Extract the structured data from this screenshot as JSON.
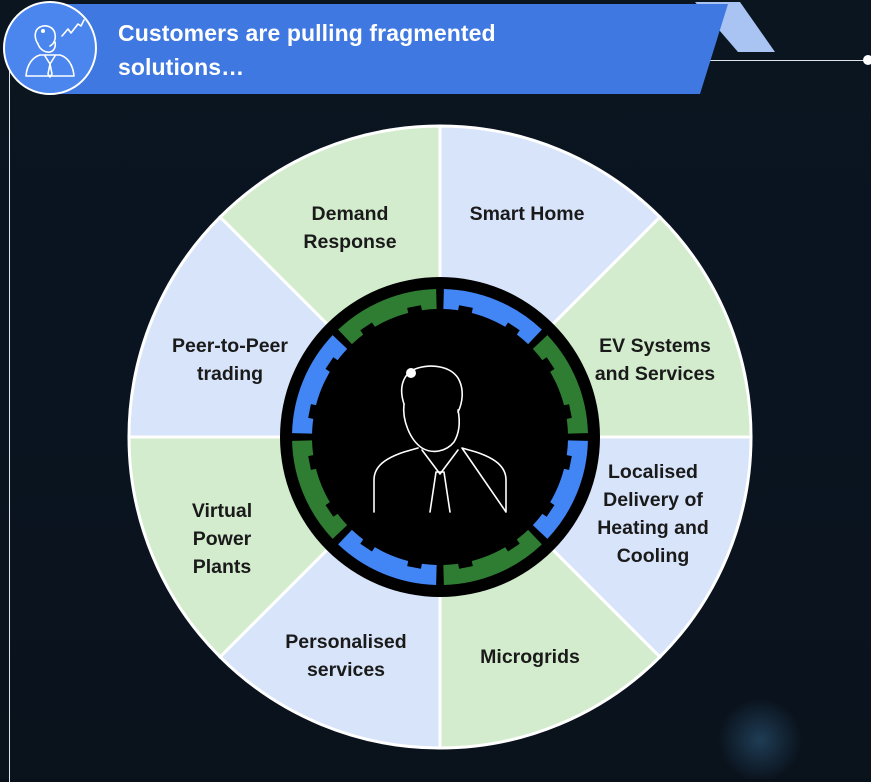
{
  "header": {
    "title": "Customers are pulling fragmented\nsolutions…",
    "icon": "businessman-growth-icon"
  },
  "colors": {
    "banner_blue": "#3f78e0",
    "banner_light": "#a9c3f3",
    "segment_green": "#d3eccd",
    "segment_blue": "#d8e4fa",
    "ring_green": "#2e7d32",
    "ring_blue": "#4285f4",
    "center": "#000000"
  },
  "center": {
    "icon": "person-icon"
  },
  "segments": [
    {
      "name": "demand-response",
      "label": "Demand\nResponse",
      "color": "green"
    },
    {
      "name": "smart-home",
      "label": "Smart Home",
      "color": "blue"
    },
    {
      "name": "ev-systems",
      "label": "EV Systems\nand Services",
      "color": "green"
    },
    {
      "name": "localised-delivery",
      "label": "Localised\nDelivery of\nHeating and\nCooling",
      "color": "blue"
    },
    {
      "name": "microgrids",
      "label": "Microgrids",
      "color": "green"
    },
    {
      "name": "personalised-services",
      "label": "Personalised\nservices",
      "color": "blue"
    },
    {
      "name": "virtual-power-plants",
      "label": "Virtual\nPower\nPlants",
      "color": "green"
    },
    {
      "name": "peer-to-peer",
      "label": "Peer-to-Peer\ntrading",
      "color": "blue"
    }
  ]
}
